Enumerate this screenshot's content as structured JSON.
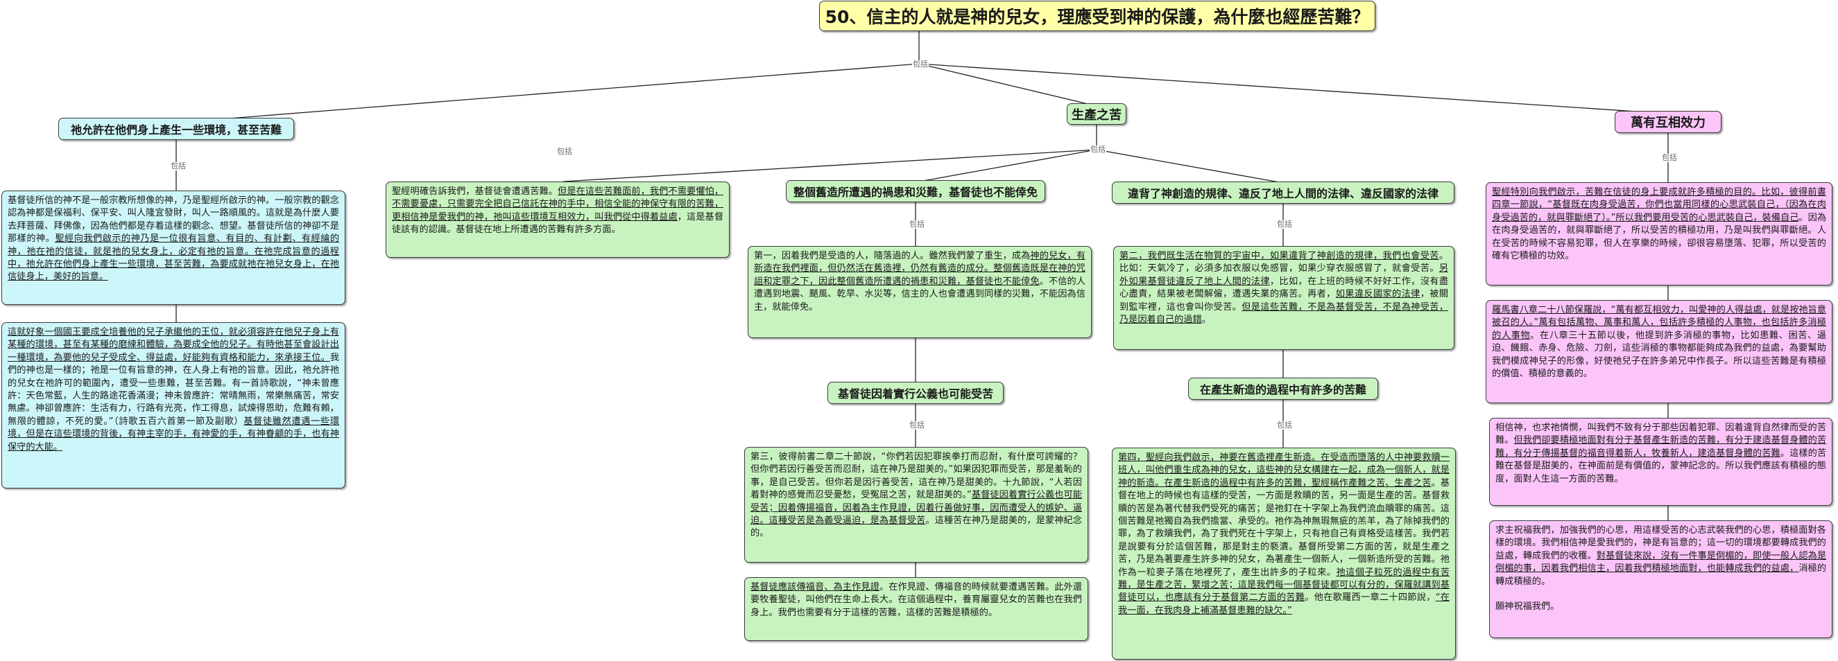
{
  "connector_label": "包括",
  "title": "50、信主的人就是神的兒女，理應受到神的保護，為什麼也經歷苦難？",
  "branches": {
    "left": "祂允許在他們身上產生一些環境，甚至苦難",
    "center": "生產之苦",
    "right": "萬有互相效力"
  },
  "sub": {
    "s1": "整個舊造所遭遇的禍患和災難，基督徒也不能倖免",
    "s2": "違背了神創造的規律、違反了地上人間的法律、違反國家的法律",
    "s3": "基督徒因着實行公義也可能受苦",
    "s4": "在產生新造的過程中有許多的苦難"
  },
  "texts": {
    "left1_a": "基督徒所信的神不是一般宗教所想像的神，乃是聖經所啟示的神。一般宗教的觀念認為神都是保福利、保平安、叫人隆宜發財，叫人一路順風的。這就是為什麼人要去拜菩薩、拜佛像，因為他們都是存着這樣的觀念、想望。基督徒所信的神卻不是那樣的神。",
    "left1_b": "聖經向我們啟示的神乃是一位很有旨意、有目的、有計劃、有經綸的神，祂在祂的信徒，就是祂的兒女身上，必定有祂的旨意。在祂完成旨意的過程中，祂允許在他們身上產生一些環境，甚至苦難，為要成就祂在祂兒女身上，在祂信徒身上，美好的旨意。",
    "left2_a": "這就好象一個國王要成全培養他的兒子承繼他的王位，就必須容許在他兒子身上有某種的環境，甚至有某種的磨練和體驗，為要成全他的兒子。有時他甚至會設計出一種環境，為要他的兒子受成全、得益處，好能夠有資格和能力，來承接王位。",
    "left2_b": "我們的神也是一樣的；祂是一位有旨意的神，在人身上有祂的旨意。因此，祂允許祂的兒女在祂許可的範圍內，遭受一些患難，甚至苦難。有一首詩歌說，“神未曾應許：天色常藍，人生的路途花香滿漫；神未曾應許：常晴無雨，常樂無痛苦，常安無慮。神卻曾應許：生活有力，行路有光亮，作工得息，試煉得恩助，危難有賴，無限的體諒，不死的愛。”（詩歌五百六首第一節及副歌）",
    "left2_c": "基督徒雖然遭遇一些環境，但是在這些環境的背後，有神主宰的手，有神愛的手，有神眷顧的手，也有神保守的大能。",
    "mid1_a": "聖經明確告訴我們，基督徒會遭遇苦難。",
    "mid1_b": "但是在這些苦難面前，我們不需要懼怕，不需要憂慮，只需要完全把自己信託在神的手中，相信全能的神保守有限的苦難，更相信神是愛我們的神，祂叫這些環境互相效力，叫我們從中得着益處",
    "mid1_c": "，這是基督徒該有的認識。基督徒在地上所遭遇的苦難有許多方面。",
    "s1b_a": "第一，因着我們是受造的人，隨落過的人。雖然我們蒙了重生，成為",
    "s1b_b": "神的兒女，有新造在我們裡面，但仍然活在舊造裡，仍然有舊造的成分。整個舊造既是在神的咒詛和定罪之下，因此整個舊造所遭遇的禍患和災難，基督徒也不能倖免",
    "s1b_c": "。不信的人遭遇到地震、颶風、乾旱、水災等，信主的人也會遭遇到同樣的災難，不能因為信主，就能倖免。",
    "s2b_a": "第二，我們既生活在物質的宇宙中，如果違背了神創造的規律，我們也會受苦",
    "s2b_b": "。比如：天氣冷了，必須多加衣服以免感冒，如果少穿衣服感冒了，就會受苦。",
    "s2b_c": "另外如果基督徒違反了地上人間的法律",
    "s2b_d": "，比如，在上班的時候不好好工作，沒有盡心盡責，結果被老闆解僱，遭遇失業的痛苦。再者，",
    "s2b_e": "如果違反國家的法律",
    "s2b_f": "，被關到監牢裡，這也會叫你受苦。",
    "s2b_g": "但是這些苦難，不是為基督受苦，不是為神受苦，乃是因着自己的過錯",
    "s2b_h": "。",
    "s3b_a": "第三，彼得前書二章二十節說，“你們若因犯罪挨拳打而忍耐，有什麼可誇耀的？但你們若因行善受苦而忍耐，這在神乃是甜美的。”如果因犯罪而受苦，那是羞恥的事，是自己受苦。但你若是因行善受苦，這在神乃是甜美的。十九節說，“人若因着對神的感覺而忍受憂愁，受冤屈之苦，就是甜美的。”",
    "s3b_b": "基督徒因着實行公義也可能受苦；因着傳揚福音，因着為主作見證，因着行善做好事，因而遭受人的嫉妒、逼迫。這種受苦是為義受逼迫，是為基督受苦",
    "s3b_c": "。這種苦在神乃是甜美的，是蒙神紀念的。",
    "s3c_a": "基督徒應該傳福音、為主作見證",
    "s3c_b": "。在作見證、傳福音的時候就要遭遇苦難",
    "s3c_c": "。此外還要牧養聖徒，叫他們在生命上長大。在這個過程中，養育屬靈兒女的苦難也在我們身上。我們也需要有分于這樣的苦難，這樣的苦難是積極的。",
    "s4b_a": "第四，聖經向我們啟示，神要在舊造裡產生新造。在受造而墮落的人中神要救贖一班人，叫他們重生成為神的兒女，這些神的兒女構建在一起，成為一個新人，就是神的新造。在產生新造的過程中有許多的苦難，聖經稱作產難之苦、生產之苦",
    "s4b_b": "。基督在地上的時候也有這樣的受苦，一方面是救贖的苦，另一面是生產的苦。基督救贖的苦是為著代替我們受死的痛苦；是祂釘在十字架上為我們流血贖罪的痛苦。這個苦難是祂獨自為我們擔當、承受的。祂作為神無瑕無疵的羔羊，為了除掉我們的罪，為了救贖我們，為了我們死在十字架上，只有祂自己有資格受這樣苦。我們若是說要有分於這個苦難，那是對主的褻瀆。基督所受第二方面的苦，就是生產之苦，乃是為著要產生許多神的兒女，為著產生一個新人，一個新造所受的苦難。祂作為一粒麥子落在地裡死了，產生出許多的子粒來。",
    "s4b_c": "祂這個子粒死的過程中有苦難，是生產之苦，繁增之苦；這是我們每一個基督徒都可以有分的，保羅就講到基督徒可以，也應該有分于基督第二方面的苦難",
    "s4b_d": "。他在歌羅西一章二十四節說，",
    "s4b_e": "“在我一面，在我肉身上補滿基督患難的缺欠。”",
    "r1_a": "聖經特別向我們啟示，苦難在信徒的身上要成就許多積極的目的。比如，彼得前書四章一節說，“基督既在肉身受過苦，你們也當用同樣的心思武裝自己，（因為在肉身受過苦的，就與罪斷絕了）。”",
    "r1_b": "所以我們要用受苦的心思武裝自己，裝備自己",
    "r1_c": "。因為在肉身受過苦的，就與罪斷絕了，所以受苦的積極功用，乃是叫我們與罪斷絕。人在受苦的時候不容易犯罪，但人在享樂的時候，卻很容易墮落、犯罪，所以受苦的確有它積極的功效。",
    "r2_a": "羅馬書八章二十八節保羅說，“萬有都互相效力，叫愛神的人得益處，就是按祂旨意被召的人。”萬有包括萬物、萬事和萬人，包括許多積極的人事物，也包括許多消極的人事物",
    "r2_b": "。在八章三十五節以後，他提到許多消極的事物，比如患難、困苦、逼迫、饑餓、赤身、危險、刀劍，這些消極的事物都能夠成為我們的益處，為要幫助我們模成神兒子的形像，好使祂兒子在許多弟兄中作長子。所以這些苦難是有積極的價值、積極的意義的。",
    "r3_a": "相信神，也求祂憐憫，叫我們不致有分于那些因着犯罪、因着違背自然律而受的苦難。",
    "r3_b": "但我們卻要積極地面對有分于基督產生新造的苦難，有分于建造基督身體的苦難，有分于傳揚基督的福音得着新人，牧養新人，建造基督身體的苦難",
    "r3_c": "。這樣的苦難在基督是甜美的，在神面前是有價值的，蒙神記念的。所以我們應該有積極的態度，面對人生這一方面的苦難。",
    "r4_a": "求主祝福我們，加強我們的心思，用這樣受苦的心志武裝我們的心思，積極面對各樣的環境。我們相信神是愛我們的，神是有旨意的；這一切的環境都要轉成我們的益處，轉成我們的收穫。",
    "r4_b": "對基督徒來說，沒有一件事是倒楣的，即使一般人認為是倒楣的事，因着我們相信主，因着我們積極地面對，也能轉成我們的益處，",
    "r4_c": "消極的轉成積極的",
    "r4_d": "。",
    "r4_e": "願神祝福我們。"
  },
  "colors": {
    "root_fill": "#ffffa8",
    "left_fill": "#cdf6fa",
    "center_fill": "#c8f3c0",
    "right_fill": "#fcc5fa",
    "border": "#3a3a3a",
    "connector": "#222222"
  }
}
